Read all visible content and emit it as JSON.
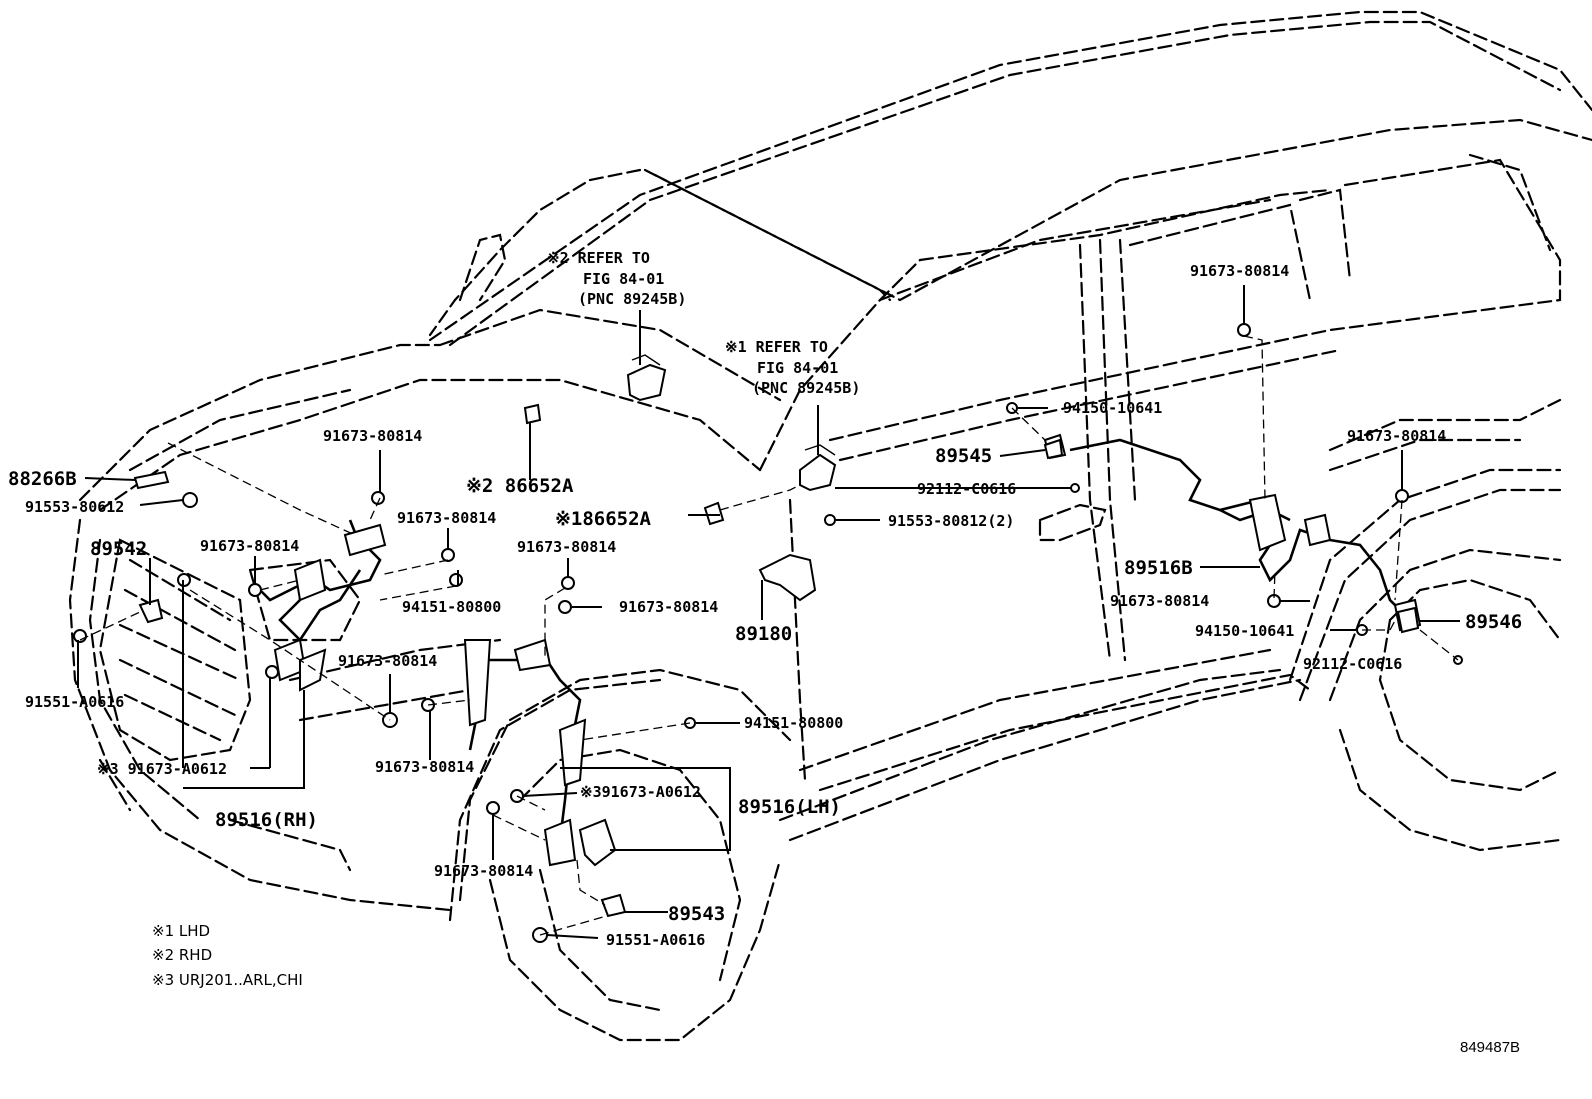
{
  "labels": {
    "p88266B": "88266B",
    "p91553_80612": "91553-80612",
    "p89542": "89542",
    "p91551_A0616_left": "91551-A0616",
    "p91673_A0612_rh": "※3 91673-A0612",
    "p89516_rh": "89516(RH)",
    "p91673_80814_a": "91673-80814",
    "p91673_80814_b": "91673-80814",
    "p91673_80814_c": "91673-80814",
    "p94151_80800_a": "94151-80800",
    "p91673_80814_d": "91673-80814",
    "p91673_80814_e": "91673-80814",
    "p91673_80814_f": "91673-80814",
    "p91673_80814_g": "91673-80814",
    "p94151_80800_b": "94151-80800",
    "p91673_A0612_lh": "※391673-A0612",
    "p89516_lh": "89516(LH)",
    "p91673_80814_h": "91673-80814",
    "p89543": "89543",
    "p91551_A0616_bottom": "91551-A0616",
    "p86652A_rhd": "※2 86652A",
    "p86652A_lhd": "※186652A",
    "p89180": "89180",
    "p91553_80812": "91553-80812(2)",
    "p89545": "89545",
    "p92112_C0616_a": "92112-C0616",
    "p94150_10641_a": "94150-10641",
    "p91673_80814_top": "91673-80814",
    "p89516B": "89516B",
    "p91673_80814_rr": "91673-80814",
    "p94150_10641_b": "94150-10641",
    "p89546": "89546",
    "p92112_C0616_b": "92112-C0616",
    "p91673_80814_rw": "91673-80814"
  },
  "refs": {
    "rhd": [
      "※2 REFER TO",
      "FIG 84-01",
      "(PNC 89245B)"
    ],
    "lhd": [
      "※1 REFER TO",
      "FIG 84-01",
      "(PNC 89245B)"
    ]
  },
  "legend": [
    "※1 LHD",
    "※2 RHD",
    "※3 URJ201..ARL,CHI"
  ],
  "code": "849487B"
}
